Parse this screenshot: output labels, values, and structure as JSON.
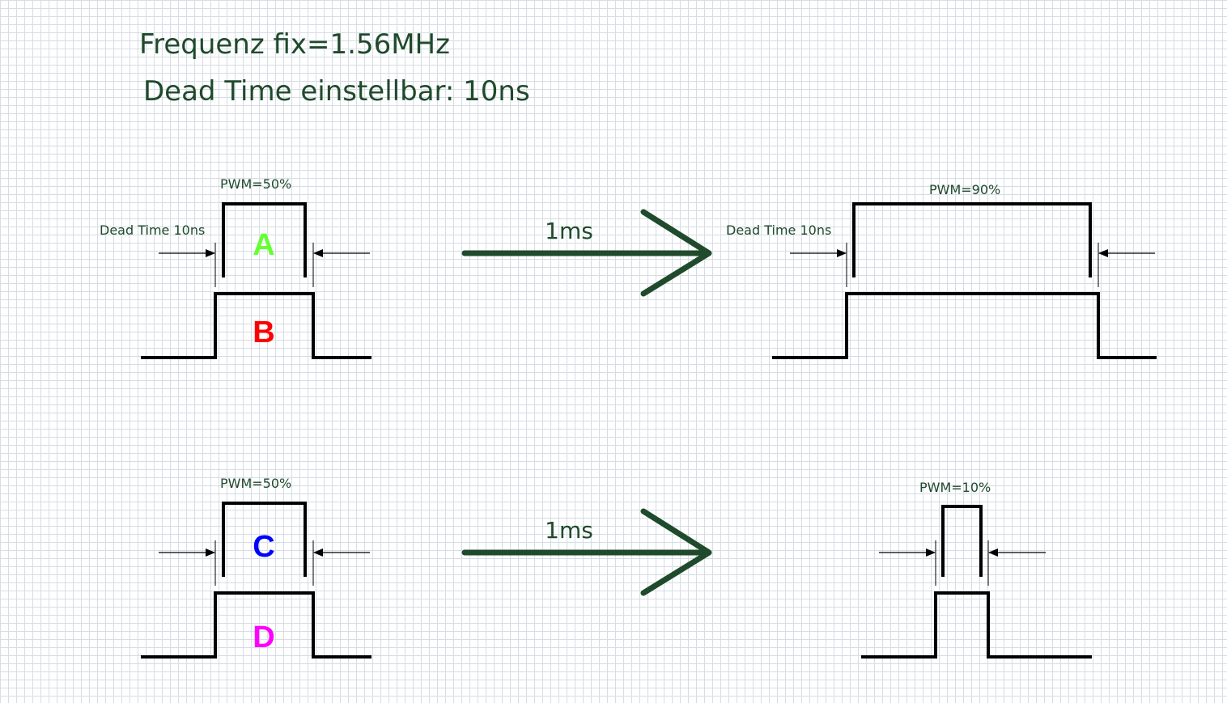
{
  "header": {
    "line1": "Frequenz fix=1.56MHz",
    "line2": "Dead Time einstellbar: 10ns"
  },
  "colors": {
    "text": "#1f4a2c",
    "arrow": "#1f4a2c",
    "wave": "#000000",
    "A": "#66ff33",
    "B": "#ff0000",
    "C": "#0000ff",
    "D": "#ff00ff"
  },
  "top_left": {
    "pwm_label": "PWM=50%",
    "dead_time_label": "Dead Time 10ns",
    "label_a": "A",
    "label_b": "B"
  },
  "top_arrow": {
    "label": "1ms"
  },
  "top_right": {
    "pwm_label": "PWM=90%",
    "dead_time_label": "Dead Time 10ns"
  },
  "bottom_left": {
    "pwm_label": "PWM=50%",
    "label_c": "C",
    "label_d": "D"
  },
  "bottom_arrow": {
    "label": "1ms"
  },
  "bottom_right": {
    "pwm_label": "PWM=10%"
  }
}
